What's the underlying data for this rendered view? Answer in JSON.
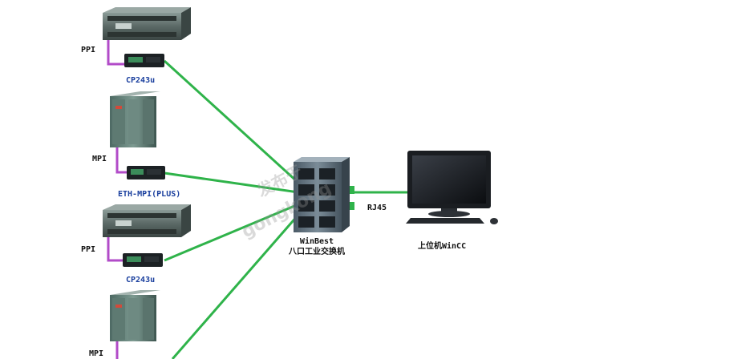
{
  "labels": {
    "ppi_1": "PPI",
    "cp243u_1": "CP243u",
    "mpi_1": "MPI",
    "eth_mpi": "ETH-MPI(PLUS)",
    "ppi_2": "PPI",
    "cp243u_2": "CP243u",
    "mpi_2": "MPI",
    "rj45": "RJ45",
    "switch_name": "WinBest",
    "switch_desc": "八口工业交换机",
    "pc_label": "上位机WinCC"
  },
  "watermark": {
    "line1": "发布于",
    "line2": "gongkong"
  },
  "colors": {
    "network_line": "#2fb34a",
    "serial_line": "#b24bc8",
    "label_blue": "#1a3f9e",
    "device_dark": "#3a4347",
    "device_green": "#6f8f7f"
  }
}
